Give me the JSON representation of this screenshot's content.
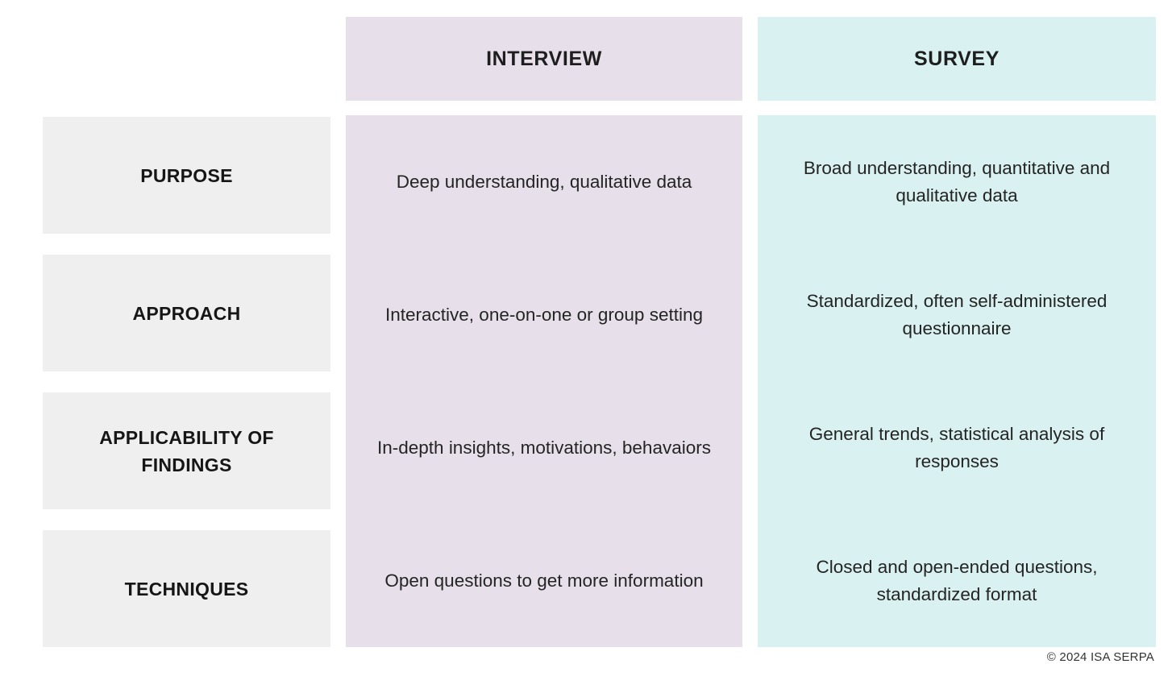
{
  "page": {
    "background": "#ffffff",
    "footer": "© 2024 ISA SERPA"
  },
  "table": {
    "columns": [
      {
        "id": "interview",
        "label": "INTERVIEW",
        "color": "#e7e0eb"
      },
      {
        "id": "survey",
        "label": "SURVEY",
        "color": "#d9f2f1"
      }
    ],
    "row_header_color": "#f0efef",
    "rows": [
      {
        "label": "PURPOSE",
        "interview": "Deep understanding, qualitative data",
        "survey": "Broad understanding, quantitative and qualitative data"
      },
      {
        "label": "APPROACH",
        "interview": "Interactive, one-on-one or group setting",
        "survey": "Standardized, often self-administered questionnaire"
      },
      {
        "label": "APPLICABILITY OF FINDINGS",
        "interview": "In-depth insights, motivations, behavaiors",
        "survey": "General trends, statistical analysis of responses"
      },
      {
        "label": "TECHNIQUES",
        "interview": "Open questions to get more information",
        "survey": "Closed and open-ended questions, standardized format"
      }
    ]
  }
}
